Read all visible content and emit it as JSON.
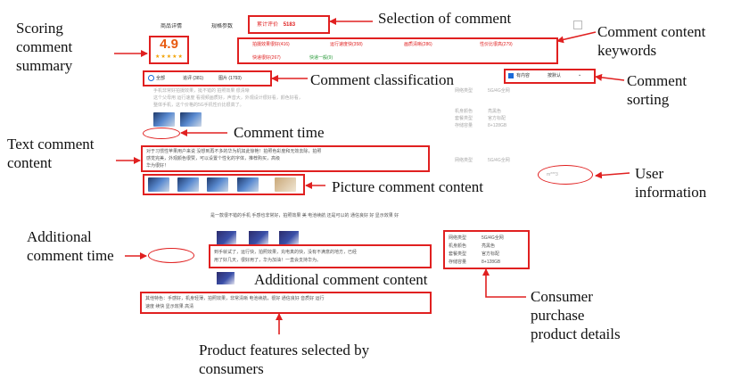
{
  "annotations": {
    "scoring_summary": "Scoring comment summary",
    "selection_of_comment": "Selection of comment",
    "content_keywords": "Comment content keywords",
    "classification": "Comment classification",
    "sorting": "Comment sorting",
    "comment_time": "Comment time",
    "text_content": "Text comment content",
    "user_information": "User information",
    "picture_content": "Picture comment content",
    "additional_time": "Additional comment time",
    "additional_content": "Additional comment content",
    "consumer_details": "Consumer purchase product details",
    "product_features": "Product features selected by consumers"
  },
  "screenshot": {
    "tabs": [
      "商品详情",
      "规格参数",
      "累计评价"
    ],
    "review_count": "5183",
    "score": "4.9",
    "stars": "★★★★★",
    "keywords_row1": [
      "拍摄效果很好(416)",
      "运行速度快(358)",
      "画质清晰(286)",
      "性价比很高(279)"
    ],
    "keywords_row2": [
      "快递很好(267)",
      "快递一般(9)"
    ],
    "filter_all": "全部",
    "filter_followup": "追评 (381)",
    "filter_images": "图片 (1793)",
    "sort_checkbox": "有内容",
    "sort_default": "按默认",
    "review1_lines": [
      "手机非常好拍摄效果，挺不错的 拍照效果   很清晰",
      "这个父母用 运行速度   看视频画质好，声音大，外观设计很好看，颜色好看，",
      "整体手机，这个价格的5G手机性价比很高了。"
    ],
    "review2_lines": [
      "对于习惯性苹果用户来说  没想到再不多的华为机如此惊艳！拍照色彩度和无效去除，拍照",
      "感觉完美，外观颜色很赞，可以设置个性化的字体，推荐购买，高级",
      "华为很好！"
    ],
    "review3_lines": [
      "是一款很不错的手机   手感也非常好，拍照效果  美  电池续航  还是可以的 通信良好  好 显示效果  好"
    ],
    "additional_lines": [
      "到手就试了，运行快，拍照效果，充电真的快，没有不满意的地方，已经",
      "用了好几天，很好用了，华为加油！一直会支持华为。"
    ],
    "features_lines": [
      "其他特色：手感好，机身轻薄，拍照效果，非常清晰 电池续航，很好 通信良好   音质好 运行",
      "速度    续快 显示效果   高清"
    ],
    "purchase_details": [
      [
        "网络类型",
        "5G/4G全网"
      ],
      [
        "机身颜色",
        "亮黑色"
      ],
      [
        "套餐类型",
        "官方标配"
      ],
      [
        "存储容量",
        "8+128GB"
      ]
    ],
    "user_name": "m***3"
  }
}
